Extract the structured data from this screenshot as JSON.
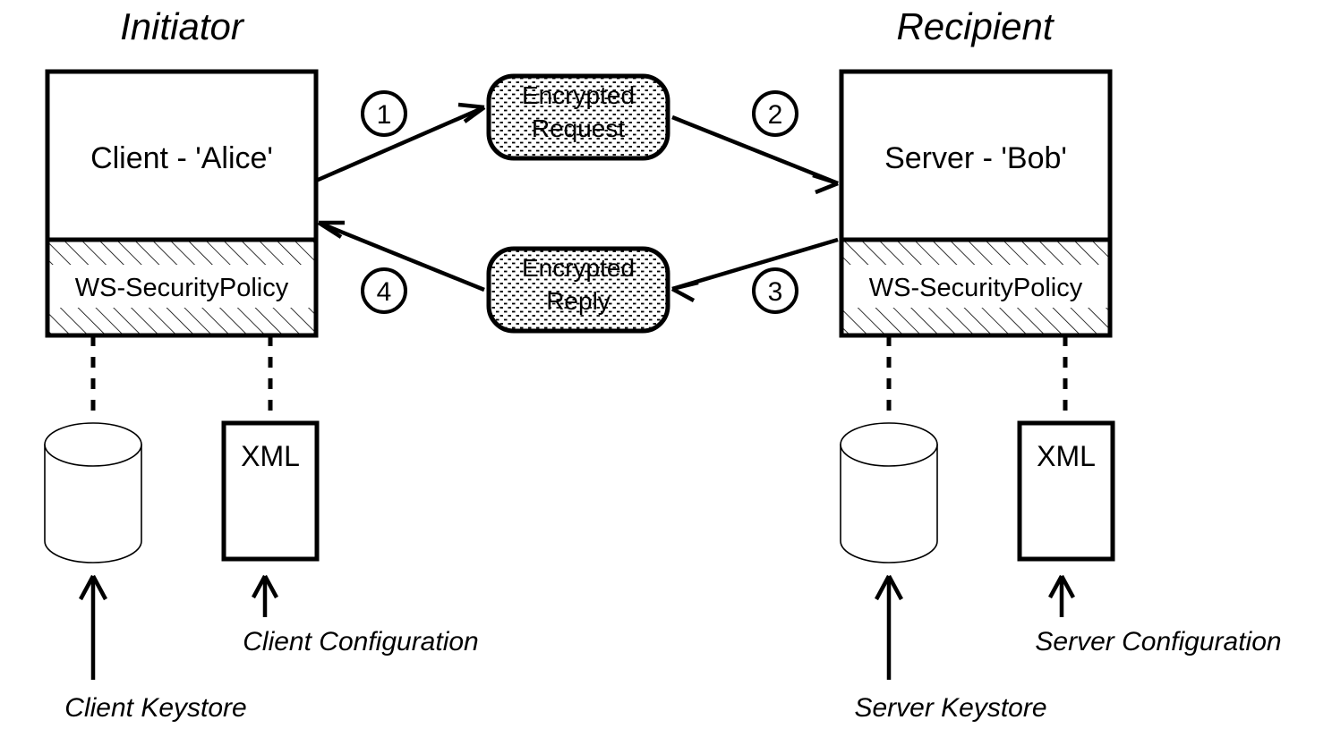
{
  "diagram": {
    "title_left": "Initiator",
    "title_right": "Recipient",
    "left": {
      "node_label": "Client - 'Alice'",
      "policy_label": "WS-SecurityPolicy",
      "keystore_label": "Client Keystore",
      "config_label": "Client Configuration",
      "config_box_label": "XML"
    },
    "right": {
      "node_label": "Server - 'Bob'",
      "policy_label": "WS-SecurityPolicy",
      "keystore_label": "Server Keystore",
      "config_label": "Server Configuration",
      "config_box_label": "XML"
    },
    "messages": {
      "request_line1": "Encrypted",
      "request_line2": "Request",
      "reply_line1": "Encrypted",
      "reply_line2": "Reply"
    },
    "steps": {
      "one": "1",
      "two": "2",
      "three": "3",
      "four": "4"
    },
    "colors": {
      "stroke": "#000000",
      "fill": "#ffffff",
      "background": "#ffffff"
    }
  }
}
